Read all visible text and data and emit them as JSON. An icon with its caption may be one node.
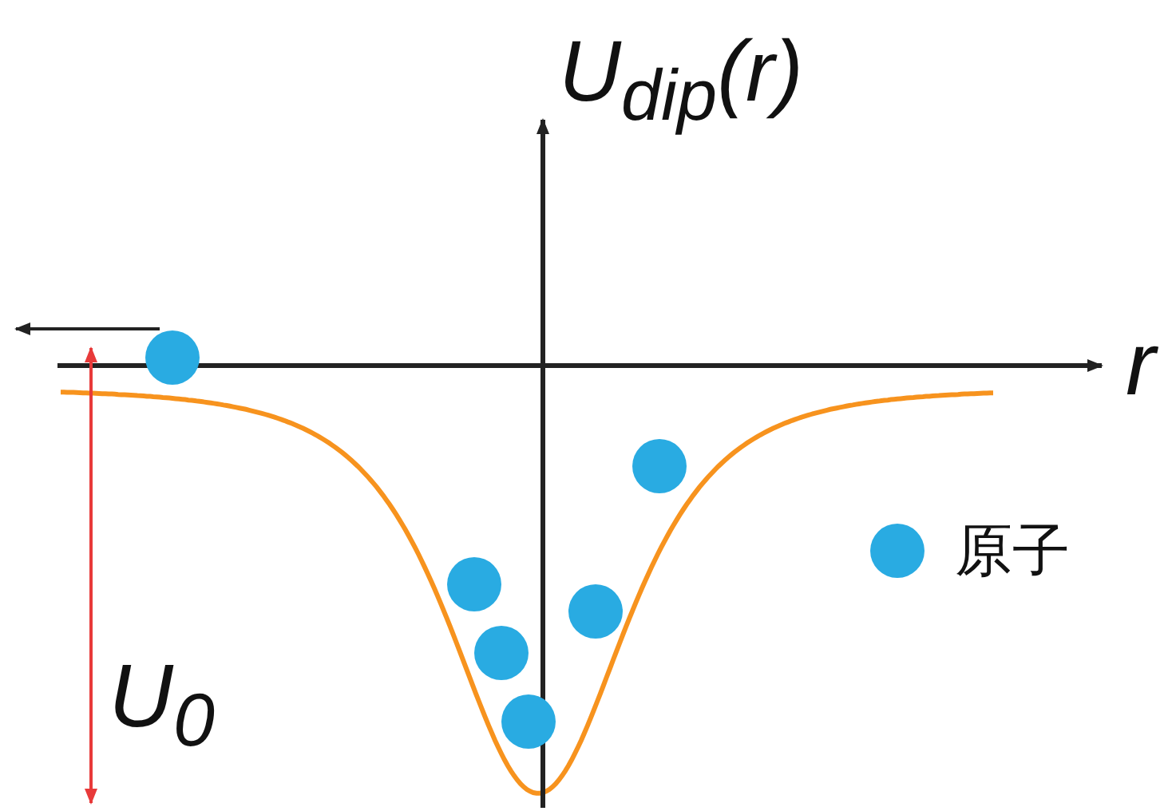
{
  "diagram": {
    "labels": [
      "U$_{dip}$(r)",
      "r",
      "U$_{0}$"
    ],
    "legend": [
      {
        "text": "原子",
        "color": "#29abe2"
      }
    ]
  }
}
